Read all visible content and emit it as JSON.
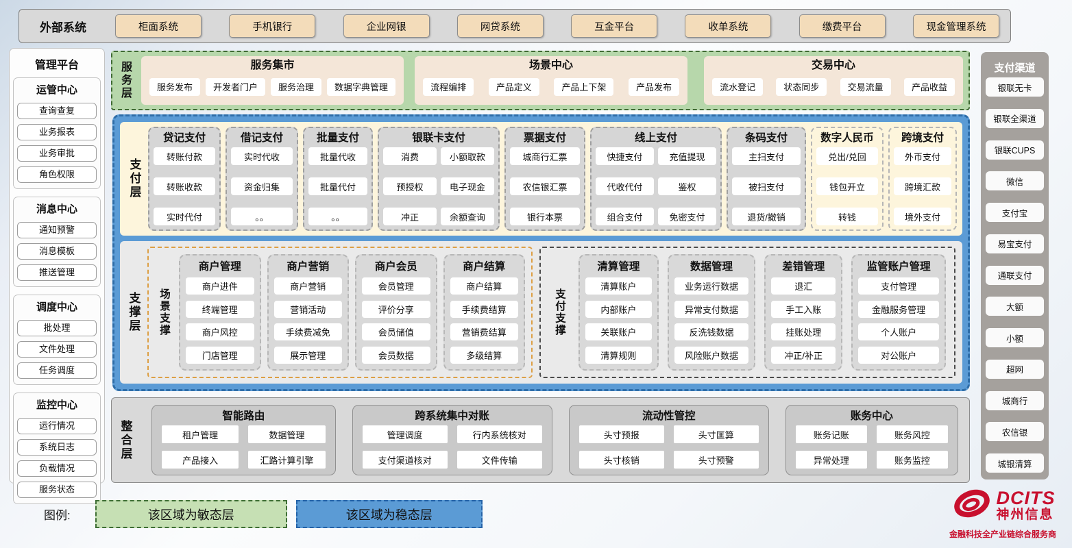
{
  "external_systems": {
    "label": "外部系统",
    "items": [
      "柜面系统",
      "手机银行",
      "企业网银",
      "网贷系统",
      "互金平台",
      "收单系统",
      "缴费平台",
      "现金管理系统"
    ]
  },
  "management_platform": {
    "title": "管理平台",
    "sections": [
      {
        "title": "运管中心",
        "items": [
          "查询查复",
          "业务报表",
          "业务审批",
          "角色权限"
        ]
      },
      {
        "title": "消息中心",
        "items": [
          "通知预警",
          "消息模板",
          "推送管理"
        ]
      },
      {
        "title": "调度中心",
        "items": [
          "批处理",
          "文件处理",
          "任务调度"
        ]
      },
      {
        "title": "监控中心",
        "items": [
          "运行情况",
          "系统日志",
          "负载情况",
          "服务状态"
        ]
      }
    ]
  },
  "service_layer": {
    "label": "服务层",
    "groups": [
      {
        "title": "服务集市",
        "items": [
          "服务发布",
          "开发者门户",
          "服务治理",
          "数据字典管理"
        ]
      },
      {
        "title": "场景中心",
        "items": [
          "流程编排",
          "产品定义",
          "产品上下架",
          "产品发布"
        ]
      },
      {
        "title": "交易中心",
        "items": [
          "流水登记",
          "状态同步",
          "交易流量",
          "产品收益"
        ]
      }
    ]
  },
  "payment_layer": {
    "label": "支付层",
    "groups": [
      {
        "title": "贷记支付",
        "items": [
          "转账付款",
          "转账收款",
          "实时代付"
        ]
      },
      {
        "title": "借记支付",
        "items": [
          "实时代收",
          "资金归集",
          "。。"
        ]
      },
      {
        "title": "批量支付",
        "items": [
          "批量代收",
          "批量代付",
          "。。"
        ]
      },
      {
        "title": "银联卡支付",
        "items": [
          "消费",
          "小额取款",
          "预授权",
          "电子现金",
          "冲正",
          "余额查询"
        ]
      },
      {
        "title": "票据支付",
        "items": [
          "城商行汇票",
          "农信银汇票",
          "银行本票"
        ]
      },
      {
        "title": "线上支付",
        "items": [
          "快捷支付",
          "充值提现",
          "代收代付",
          "鉴权",
          "组合支付",
          "免密支付"
        ]
      },
      {
        "title": "条码支付",
        "items": [
          "主扫支付",
          "被扫支付",
          "退货/撤销"
        ]
      },
      {
        "title": "数字人民币",
        "items": [
          "兑出/兑回",
          "钱包开立",
          "转钱"
        ]
      },
      {
        "title": "跨境支付",
        "items": [
          "外币支付",
          "跨境汇款",
          "境外支付"
        ]
      }
    ]
  },
  "support_layer": {
    "label": "支撑层",
    "scene_support": {
      "label": "场景支撑",
      "groups": [
        {
          "title": "商户管理",
          "items": [
            "商户进件",
            "终端管理",
            "商户风控",
            "门店管理"
          ]
        },
        {
          "title": "商户营销",
          "items": [
            "商户营销",
            "营销活动",
            "手续费减免",
            "展示管理"
          ]
        },
        {
          "title": "商户会员",
          "items": [
            "会员管理",
            "评价分享",
            "会员储值",
            "会员数据"
          ]
        },
        {
          "title": "商户结算",
          "items": [
            "商户结算",
            "手续费结算",
            "营销费结算",
            "多级结算"
          ]
        }
      ]
    },
    "payment_support": {
      "label": "支付支撑",
      "groups": [
        {
          "title": "清算管理",
          "items": [
            "清算账户",
            "内部账户",
            "关联账户",
            "清算规则"
          ]
        },
        {
          "title": "数据管理",
          "items": [
            "业务运行数据",
            "异常支付数据",
            "反洗钱数据",
            "风险账户数据"
          ]
        },
        {
          "title": "差错管理",
          "items": [
            "退汇",
            "手工入账",
            "挂账处理",
            "冲正/补正"
          ]
        },
        {
          "title": "监管账户管理",
          "items": [
            "支付管理",
            "金融服务管理",
            "个人账户",
            "对公账户"
          ]
        }
      ]
    }
  },
  "integration_layer": {
    "label": "整合层",
    "groups": [
      {
        "title": "智能路由",
        "items": [
          "租户管理",
          "数据管理",
          "产品接入",
          "汇路计算引擎"
        ]
      },
      {
        "title": "跨系统集中对账",
        "items": [
          "管理调度",
          "行内系统核对",
          "支付渠道核对",
          "文件传输"
        ]
      },
      {
        "title": "流动性管控",
        "items": [
          "头寸预报",
          "头寸匡算",
          "头寸核销",
          "头寸预警"
        ]
      },
      {
        "title": "账务中心",
        "items": [
          "账务记账",
          "账务风控",
          "异常处理",
          "账务监控"
        ]
      }
    ]
  },
  "payment_channels": {
    "title": "支付渠道",
    "items": [
      "银联无卡",
      "银联全渠道",
      "银联CUPS",
      "微信",
      "支付宝",
      "易宝支付",
      "通联支付",
      "大额",
      "小额",
      "超网",
      "城商行",
      "农信银",
      "城银清算"
    ]
  },
  "legend": {
    "label": "图例:",
    "agile": "该区域为敏态层",
    "stable": "该区域为稳态层"
  },
  "logo": {
    "brand": "DCITS",
    "company": "神州信息",
    "tagline": "金融科技全产业链综合服务商"
  },
  "colors": {
    "agile_green": "#c6e0b4",
    "service_green": "#b7d7ab",
    "stable_blue": "#5b9bd5",
    "payment_cream": "#fdf5dc",
    "external_button_beige": "#f3dcba",
    "panel_gray": "#d9d9d9",
    "channel_panel_gray": "#a5a19d",
    "scene_support_orange": "#dd9f44",
    "brand_red": "#c8102e"
  }
}
